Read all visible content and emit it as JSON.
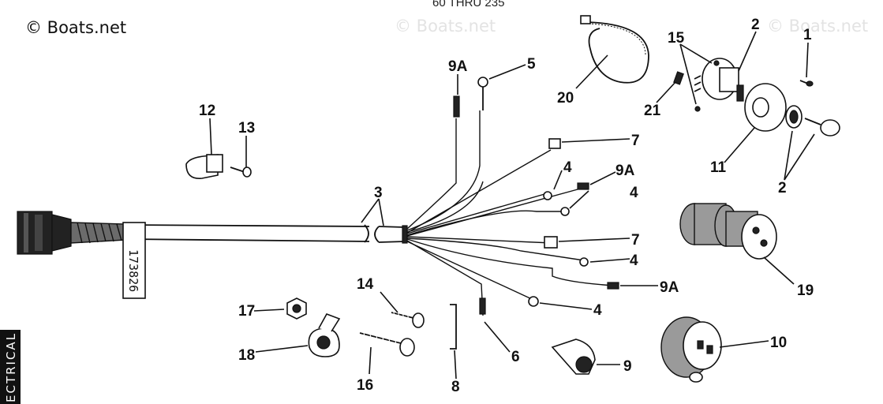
{
  "watermarks": {
    "main": "© Boats.net",
    "faint_center": "© Boats.net",
    "faint_right": "© Boats.net"
  },
  "header_partial": "60 THRU 235",
  "side_tab": "ECTRICAL",
  "part_number_label": "173826",
  "callouts": {
    "c1": "1",
    "c2a": "2",
    "c2b": "2",
    "c3": "3",
    "c4a": "4",
    "c4b": "4",
    "c4c": "4",
    "c4d": "4",
    "c5": "5",
    "c6": "6",
    "c7a": "7",
    "c7b": "7",
    "c8": "8",
    "c9": "9",
    "c9Aa": "9A",
    "c9Ab": "9A",
    "c9Ac": "9A",
    "c10": "10",
    "c11": "11",
    "c12": "12",
    "c13": "13",
    "c14": "14",
    "c15": "15",
    "c16": "16",
    "c17": "17",
    "c18": "18",
    "c19": "19",
    "c20": "20",
    "c21": "21"
  }
}
